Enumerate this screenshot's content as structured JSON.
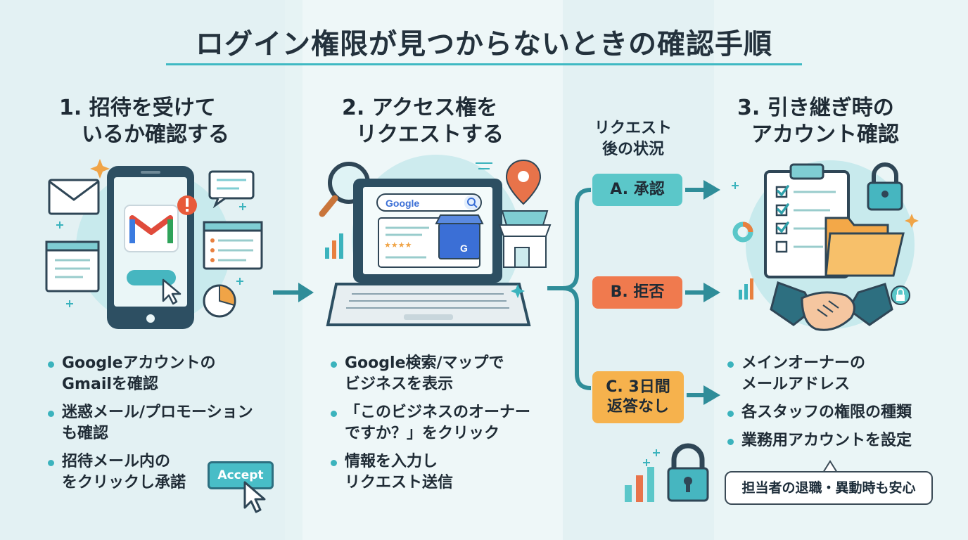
{
  "title": "ログイン権限が見つからないときの確認手順",
  "colors": {
    "teal": "#3bb3bd",
    "dark": "#1f2b35",
    "approve": "#5bc7c9",
    "reject": "#f07a4e",
    "pending": "#f6b24d"
  },
  "step1": {
    "heading": [
      "1. 招待を受けて",
      "いるか確認する"
    ],
    "bullets": [
      [
        "Googleアカウントの",
        "Gmailを確認"
      ],
      [
        "迷惑メール/プロモーション",
        "も確認"
      ],
      [
        "招待メール内の",
        "をクリックし承諾"
      ]
    ],
    "accept_button": "Accept",
    "icons": [
      "envelope-icon",
      "smartphone-icon",
      "gmail-icon",
      "alert-icon",
      "chat-bubble-icon",
      "cursor-icon",
      "pie-chart-icon"
    ]
  },
  "step2": {
    "heading": [
      "2. アクセス権を",
      "リクエストする"
    ],
    "search_logo": "Google",
    "badge_letter": "G",
    "rating": "★★★★",
    "bullets": [
      [
        "Google検索/マップで",
        "ビジネスを表示"
      ],
      [
        "「このビジネスのオーナー",
        "ですか？」をクリック"
      ],
      [
        "情報を入力し",
        "リクエスト送信"
      ]
    ],
    "icons": [
      "magnifier-icon",
      "laptop-icon",
      "map-pin-icon",
      "storefront-icon",
      "bar-chart-icon"
    ]
  },
  "status": {
    "heading": [
      "リクエスト",
      "後の状況"
    ],
    "outcomes": [
      {
        "label": [
          "A. 承認"
        ]
      },
      {
        "label": [
          "B. 拒否"
        ]
      },
      {
        "label": [
          "C. 3日間",
          "返答なし"
        ]
      }
    ]
  },
  "step3": {
    "heading": [
      "3. 引き継ぎ時の",
      "アカウント確認"
    ],
    "bullets": [
      [
        "メインオーナーの",
        "メールアドレス"
      ],
      [
        "各スタッフの権限の種類"
      ],
      [
        "業務用アカウントを設定"
      ]
    ],
    "note": "担当者の退職・異動時も安心",
    "icons": [
      "clipboard-checklist-icon",
      "padlock-icon",
      "folder-icon",
      "handshake-icon",
      "donut-chart-icon"
    ]
  }
}
